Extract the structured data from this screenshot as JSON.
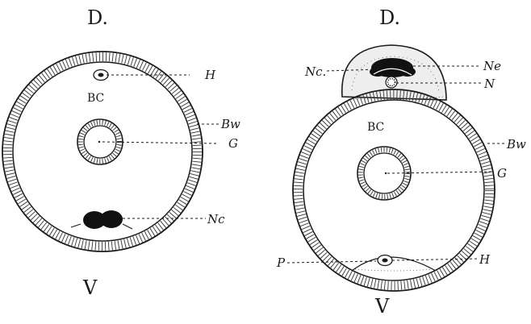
{
  "left_figure": {
    "dorsal_label": "D.",
    "ventral_label": "V",
    "cavity_label": "BC",
    "labels": {
      "H": "H",
      "Bw": "Bw",
      "G": "G",
      "Nc": "Nc"
    }
  },
  "right_figure": {
    "dorsal_label": "D.",
    "ventral_label": "V",
    "cavity_label": "BC",
    "labels": {
      "Nc_left": "Nc.",
      "Ne": "Ne",
      "N": "N",
      "Bw": "Bw",
      "G": "G",
      "P": "P",
      "H": "H"
    }
  }
}
